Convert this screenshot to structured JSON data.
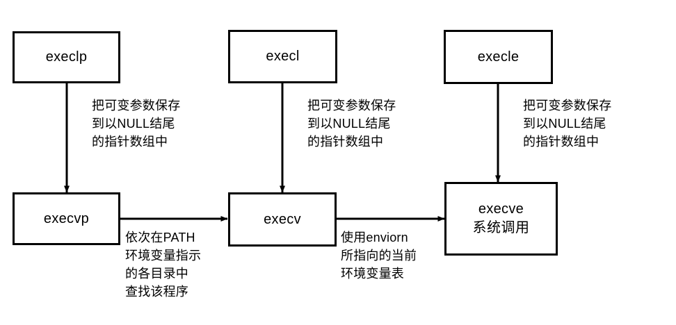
{
  "diagram": {
    "title": "exec family function relationship diagram",
    "colors": {
      "background": "#ffffff",
      "stroke": "#000000",
      "text": "#000000"
    },
    "nodes": [
      {
        "id": "execlp",
        "label": "execlp",
        "sublabel": ""
      },
      {
        "id": "execl",
        "label": "execl",
        "sublabel": ""
      },
      {
        "id": "execle",
        "label": "execle",
        "sublabel": ""
      },
      {
        "id": "execvp",
        "label": "execvp",
        "sublabel": ""
      },
      {
        "id": "execv",
        "label": "execv",
        "sublabel": ""
      },
      {
        "id": "execve",
        "label": "execve",
        "sublabel": "系统调用"
      }
    ],
    "edge_labels": [
      {
        "id": "execlp-to-execvp",
        "text": "把可变参数保存\n到以NULL结尾\n的指针数组中"
      },
      {
        "id": "execl-to-execv",
        "text": "把可变参数保存\n到以NULL结尾\n的指针数组中"
      },
      {
        "id": "execle-to-execve",
        "text": "把可变参数保存\n到以NULL结尾\n的指针数组中"
      },
      {
        "id": "execvp-to-execv",
        "text": "依次在PATH\n环境变量指示\n的各目录中\n查找该程序"
      },
      {
        "id": "execv-to-execve",
        "text": "使用enviorn\n所指向的当前\n环境变量表"
      }
    ]
  }
}
